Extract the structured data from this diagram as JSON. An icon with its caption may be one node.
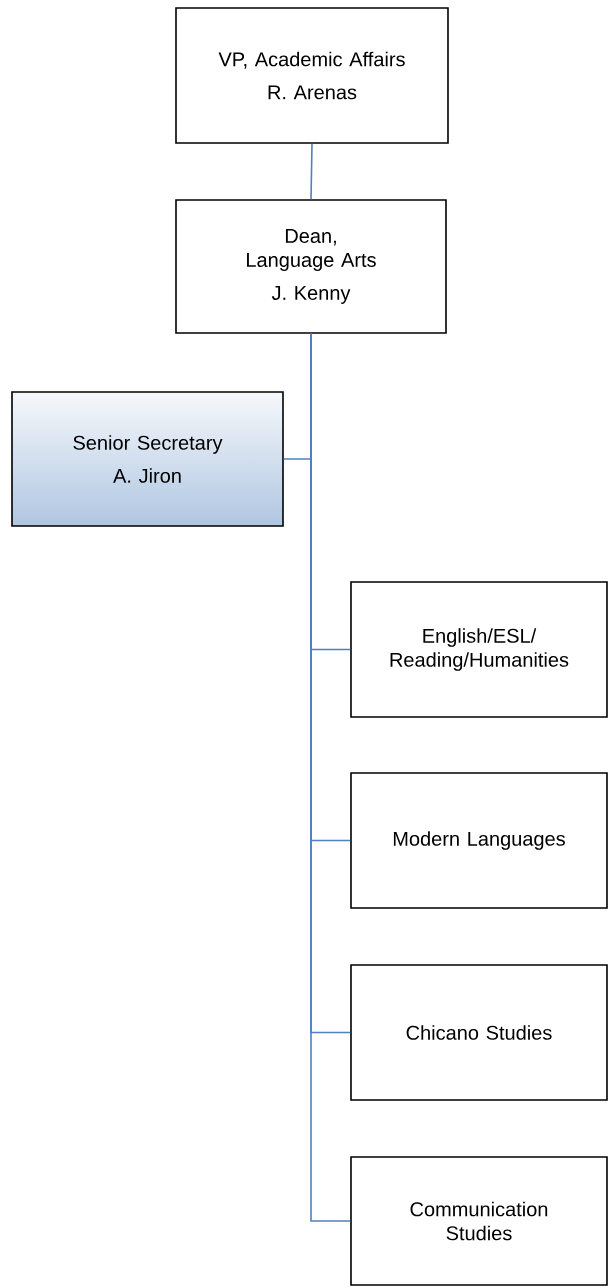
{
  "diagram": {
    "nodes": [
      {
        "text": [
          "VP, Academic Affairs",
          "R. Arenas"
        ]
      },
      {
        "text": [
          "Dean, Language Arts",
          "J. Kenny"
        ]
      },
      {
        "text": [
          "Senior Secretary",
          "A. Jiron"
        ]
      },
      {
        "text": [
          "English/ESL/ Reading/Humanities"
        ]
      },
      {
        "text": [
          "Modern Languages"
        ]
      },
      {
        "text": [
          "Chicano Studies"
        ]
      },
      {
        "text": [
          "Communication Studies"
        ]
      }
    ],
    "edges": [
      {
        "from": 0,
        "to": 1,
        "arrow": "none"
      },
      {
        "from": 1,
        "to": 2,
        "arrow": "none"
      },
      {
        "from": 1,
        "to": 3,
        "arrow": "none"
      },
      {
        "from": 1,
        "to": 4,
        "arrow": "none"
      },
      {
        "from": 1,
        "to": 5,
        "arrow": "none"
      },
      {
        "from": 1,
        "to": 6,
        "arrow": "none"
      }
    ]
  }
}
